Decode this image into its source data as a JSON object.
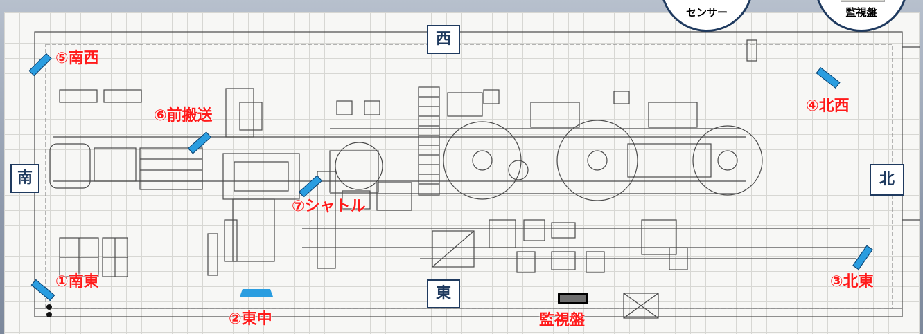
{
  "compass": {
    "west": "西",
    "south": "南",
    "north": "北",
    "east": "東"
  },
  "sensors": {
    "s1": "①南東",
    "s2": "②東中",
    "s3": "③北東",
    "s4": "④北西",
    "s5": "⑤南西",
    "s6": "⑥前搬送",
    "s7": "⑦シャトル"
  },
  "monitor_panel_label": "監視盤",
  "legend": {
    "sensor_label": "センサー",
    "monitor_label": "監視盤"
  },
  "colors": {
    "label_red": "#ff1a1a",
    "sensor_blue": "#2a9de0",
    "compass_navy": "#1f3a5f",
    "background_steel": "#8f9aac"
  }
}
